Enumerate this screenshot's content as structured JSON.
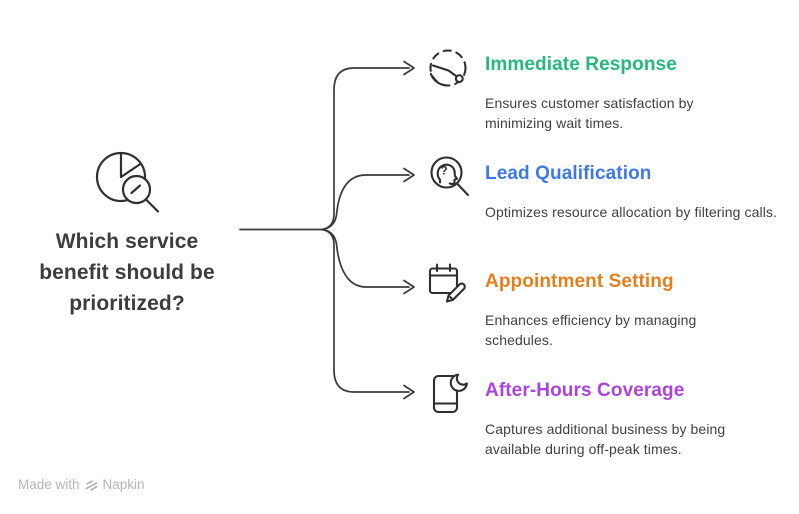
{
  "center": {
    "question": "Which service benefit should be prioritized?",
    "icon": "pie-chart-magnifier-icon"
  },
  "branches": [
    {
      "title": "Immediate Response",
      "description": "Ensures customer satisfaction by minimizing wait times.",
      "color": "#26b97c",
      "icon": "response-time-icon"
    },
    {
      "title": "Lead Qualification",
      "description": "Optimizes resource allocation by filtering calls.",
      "color": "#4079e4",
      "icon": "lead-search-icon"
    },
    {
      "title": "Appointment Setting",
      "description": "Enhances efficiency by managing schedules.",
      "color": "#e2801d",
      "icon": "calendar-pencil-icon"
    },
    {
      "title": "After-Hours Coverage",
      "description": "Captures additional business by being available during off-peak times.",
      "color": "#aa44dd",
      "icon": "phone-moon-icon"
    }
  ],
  "footer": {
    "made_with": "Made with",
    "brand": "Napkin"
  },
  "colors": {
    "line_stroke": "#3a3a3a",
    "icon_stroke": "#2f2f2f",
    "question_text": "#3d3d3d",
    "description_text": "#414141",
    "watermark_text": "#b5b5b5"
  }
}
